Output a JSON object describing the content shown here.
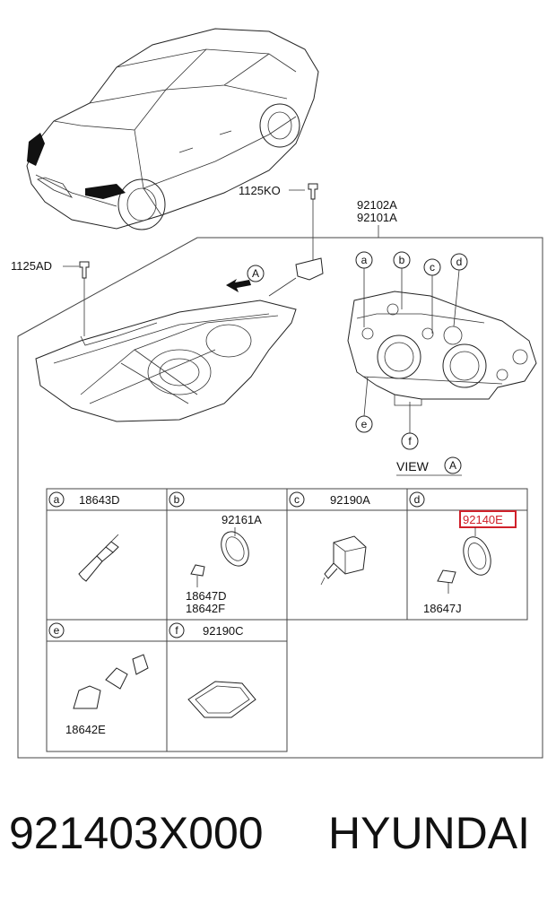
{
  "callouts": {
    "bolt_top": "1125KO",
    "bolt_left": "1125AD",
    "assembly_a": "92102A",
    "assembly_b": "92101A",
    "view_arrow": "A",
    "view_text": "VIEW",
    "view_letter": "A"
  },
  "detail_markers": [
    "a",
    "b",
    "c",
    "d",
    "e",
    "f"
  ],
  "parts_grid": [
    {
      "letter": "a",
      "code": "18643D"
    },
    {
      "letter": "b",
      "code": "",
      "sub": [
        "92161A",
        "18647D",
        "18642F"
      ]
    },
    {
      "letter": "c",
      "code": "92190A"
    },
    {
      "letter": "d",
      "code": "",
      "sub": [
        "92140E",
        "18647J"
      ]
    },
    {
      "letter": "e",
      "code": "",
      "sub": [
        "18642E"
      ]
    },
    {
      "letter": "f",
      "code": "92190C"
    }
  ],
  "highlight": {
    "code": "92140E",
    "color": "#d0202a"
  },
  "footer": {
    "part_number": "921403X000",
    "brand": "HYUNDAI"
  }
}
